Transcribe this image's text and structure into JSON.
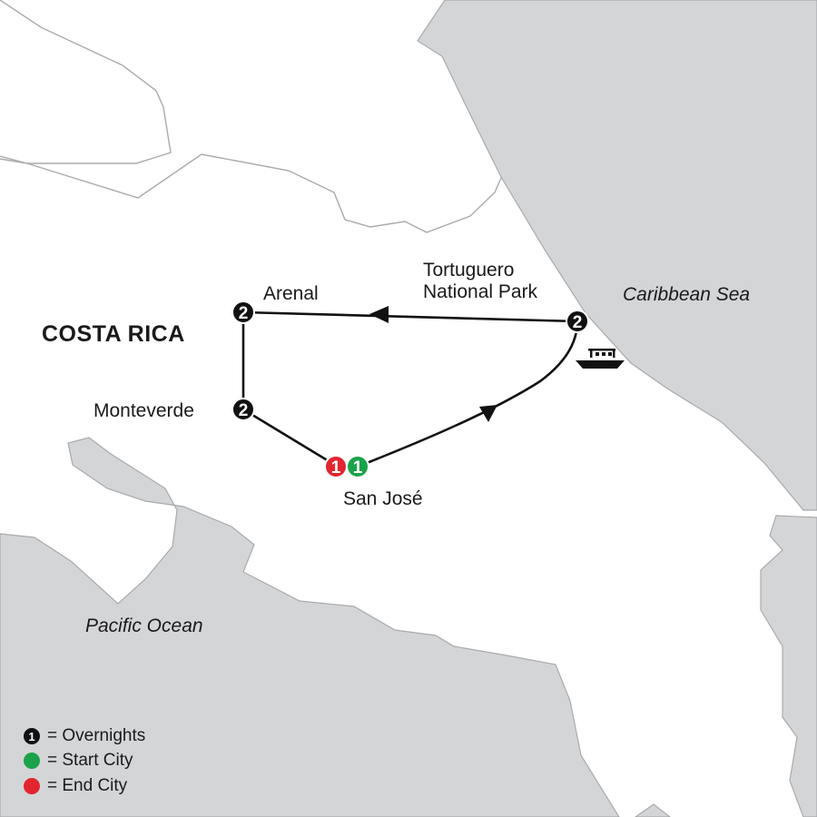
{
  "map": {
    "country_label": "COSTA RICA",
    "seas": {
      "caribbean": "Caribbean Sea",
      "pacific": "Pacific Ocean"
    },
    "stops": [
      {
        "id": "arenal",
        "name": "Arenal",
        "nights": "2",
        "role": "overnight"
      },
      {
        "id": "tortuguero",
        "name": "Tortuguero\nNational Park",
        "nights": "2",
        "role": "overnight"
      },
      {
        "id": "monteverde",
        "name": "Monteverde",
        "nights": "2",
        "role": "overnight"
      },
      {
        "id": "san-jose-end",
        "name": "San José",
        "nights": "1",
        "role": "end"
      },
      {
        "id": "san-jose-start",
        "name": "San José",
        "nights": "1",
        "role": "start"
      }
    ],
    "route_order": [
      "San José",
      "Tortuguero National Park",
      "Arenal",
      "Monteverde",
      "San José"
    ],
    "transport_icon": "boat-icon"
  },
  "legend": {
    "overnights_marker": "1",
    "overnights": "= Overnights",
    "start": "= Start City",
    "end": "= End City"
  },
  "colors": {
    "land": "#ffffff",
    "sea": "#d4d5d7",
    "border": "#a9aaad",
    "route": "#111111",
    "marker": "#111111",
    "start": "#1aa34a",
    "end": "#e32530"
  }
}
